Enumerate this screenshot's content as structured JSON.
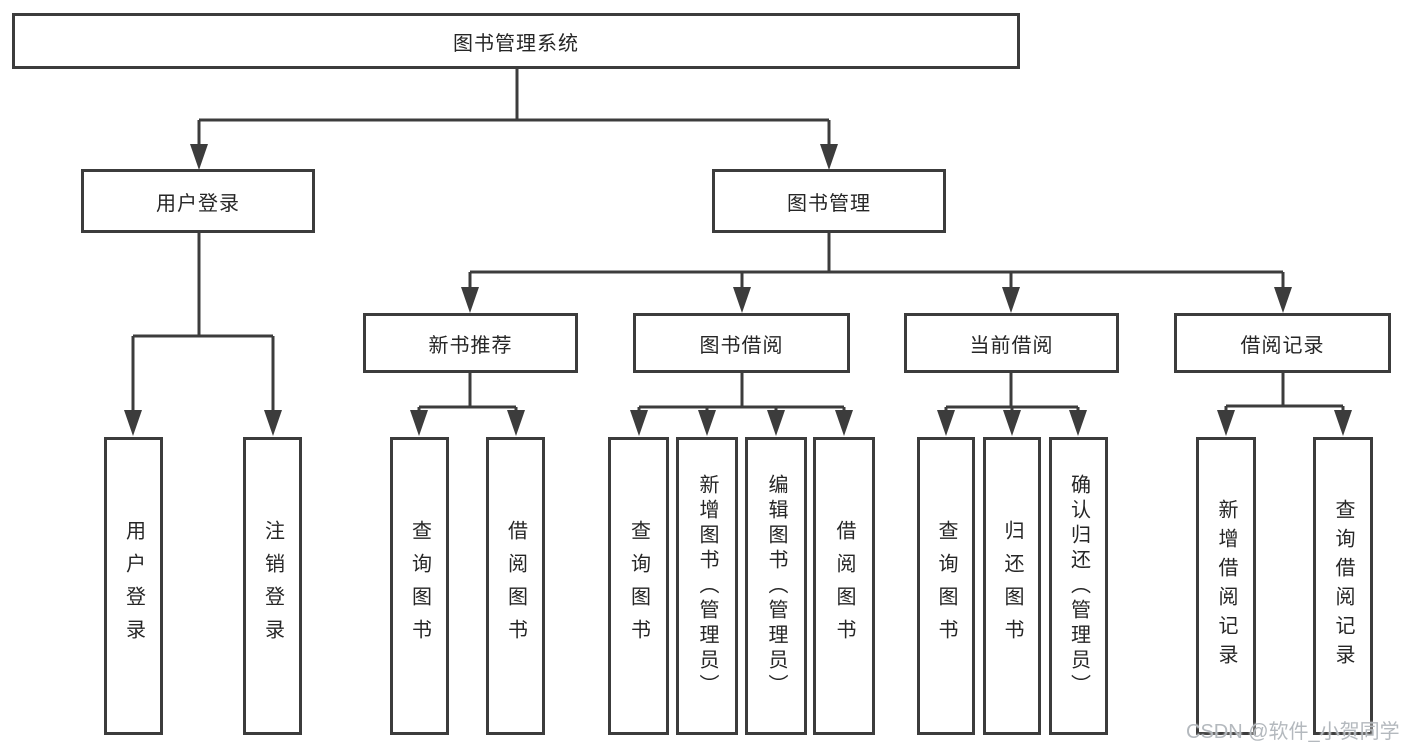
{
  "colors": {
    "line": "#3c3c3c",
    "text": "#262626",
    "background": "#ffffff",
    "watermark": "#b4b9be"
  },
  "tree": {
    "root": {
      "label": "图书管理系统"
    },
    "branches": [
      {
        "label": "用户登录",
        "children": [
          {
            "label": "用户登录"
          },
          {
            "label": "注销登录"
          }
        ]
      },
      {
        "label": "图书管理",
        "children": [
          {
            "label": "新书推荐",
            "children": [
              {
                "label": "查询图书"
              },
              {
                "label": "借阅图书"
              }
            ]
          },
          {
            "label": "图书借阅",
            "children": [
              {
                "label": "查询图书"
              },
              {
                "label": "新增图书（管理员）"
              },
              {
                "label": "编辑图书（管理员）"
              },
              {
                "label": "借阅图书"
              }
            ]
          },
          {
            "label": "当前借阅",
            "children": [
              {
                "label": "查询图书"
              },
              {
                "label": "归还图书"
              },
              {
                "label": "确认归还（管理员）"
              }
            ]
          },
          {
            "label": "借阅记录",
            "children": [
              {
                "label": "新增借阅记录"
              },
              {
                "label": "查询借阅记录"
              }
            ]
          }
        ]
      }
    ]
  },
  "watermark": {
    "text": "CSDN @软件_小贺同学"
  }
}
